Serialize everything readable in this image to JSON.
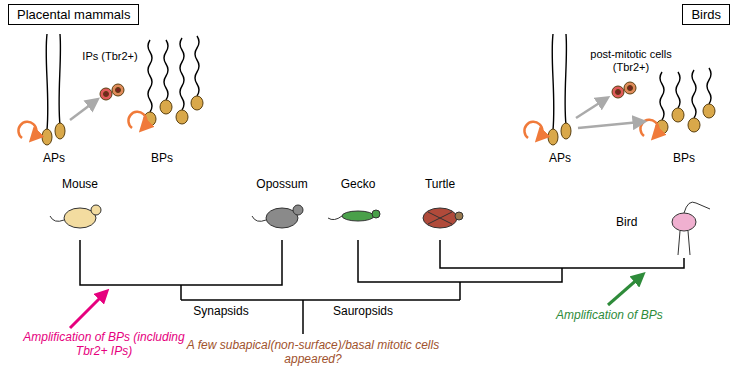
{
  "diagram": {
    "nodes": [
      {
        "text": [
          "Placental mammals"
        ]
      },
      {
        "text": [
          "Birds"
        ]
      }
    ],
    "labels": [
      "IPs (Tbr2+)",
      "APs",
      "BPs",
      "post-mitotic cells (Tbr2+)",
      "APs",
      "BPs",
      "Mouse",
      "Opossum",
      "Gecko",
      "Turtle",
      "Bird",
      "Synapsids",
      "Sauropsids",
      "Amplification of BPs (including Tbr2+ IPs)",
      "Amplification of BPs",
      "A few subapical(non-surface)/basal mitotic cells appeared?"
    ]
  }
}
